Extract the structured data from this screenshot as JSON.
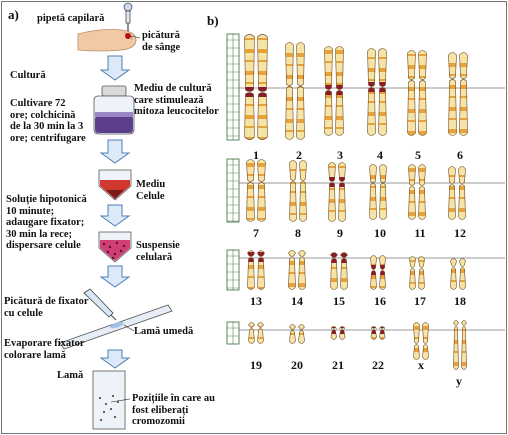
{
  "panel_a": {
    "label": "a)",
    "pipette": "pipetă capilară",
    "blood_drop": "picătură\nde sânge",
    "culture_title": "Cultură",
    "culture_text": "Cultivare 72\nore; colchicină\nde la 30 min la 3\nore; centrifugare",
    "culture_medium": "Mediu de cultură\ncare stimulează\nmitoza leucocitelor",
    "hypotonic_text": "Soluție hipotonică\n10 minute;\nadaugare fixator;\n30 min la rece;\ndispersare celule",
    "cell_medium": "Mediu\nCelule",
    "cell_suspension": "Suspensie\ncelulară",
    "fixative_drop": "Picătură de fixator\ncu celule",
    "wet_slide": "Lamă umedă",
    "evaporation": "Evaporare fixator\ncolorare lamă",
    "slide_title": "Lamă",
    "positions": "Pozițiile în care au\nfost eliberați\ncromozomii"
  },
  "panel_b": {
    "label": "b)",
    "chromosomes": [
      "1",
      "2",
      "3",
      "4",
      "5",
      "6",
      "7",
      "8",
      "9",
      "10",
      "11",
      "12",
      "13",
      "14",
      "15",
      "16",
      "17",
      "18",
      "19",
      "20",
      "21",
      "22",
      "x",
      "y"
    ]
  },
  "colors": {
    "band_light": "#f6e3a8",
    "band_orange": "#e8a23a",
    "centromere": "#8b1a2b",
    "arrow_fill": "#dde9f7",
    "arrow_stroke": "#4f7fb8",
    "culture_liquid": "#5b3e8c"
  }
}
